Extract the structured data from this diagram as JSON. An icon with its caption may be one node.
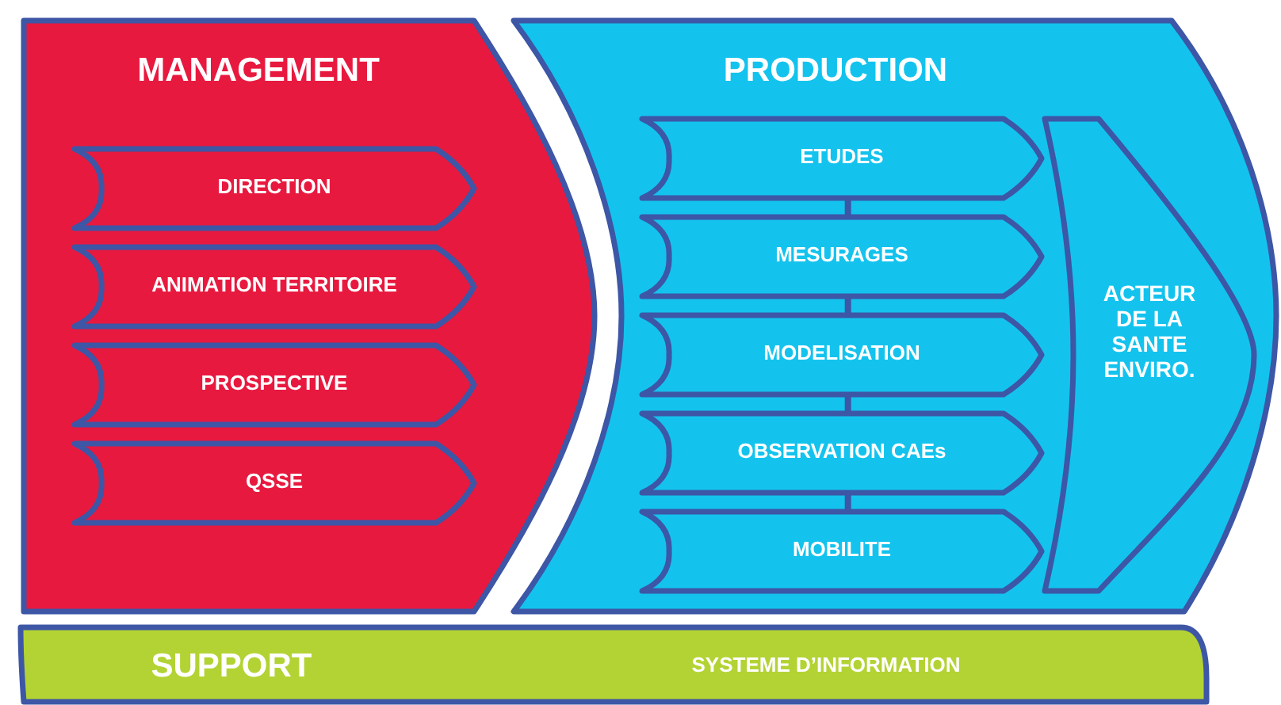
{
  "diagram": {
    "nodes": [
      {
        "text": [
          "MANAGEMENT"
        ]
      },
      {
        "text": [
          "DIRECTION"
        ],
        "in": 0
      },
      {
        "text": [
          "ANIMATION TERRITOIRE"
        ],
        "in": 0
      },
      {
        "text": [
          "PROSPECTIVE"
        ],
        "in": 0
      },
      {
        "text": [
          "QSSE"
        ],
        "in": 0
      },
      {
        "text": [
          "PRODUCTION"
        ]
      },
      {
        "text": [
          "ETUDES"
        ],
        "in": 5
      },
      {
        "text": [
          "MESURAGES"
        ],
        "in": 5
      },
      {
        "text": [
          "MODELISATION"
        ],
        "in": 5
      },
      {
        "text": [
          "OBSERVATION CAEs"
        ],
        "in": 5
      },
      {
        "text": [
          "MOBILITE"
        ],
        "in": 5
      },
      {
        "text": [
          "ACTEUR DE LA SANTE ENVIRO."
        ],
        "in": 5
      },
      {
        "text": [
          "SUPPORT",
          "SYSTEME D’INFORMATION"
        ]
      }
    ],
    "edges": [
      {
        "from": 6,
        "to": 7,
        "arrow": "none"
      },
      {
        "from": 7,
        "to": 8,
        "arrow": "none"
      },
      {
        "from": 8,
        "to": 9,
        "arrow": "none"
      },
      {
        "from": 9,
        "to": 10,
        "arrow": "none"
      }
    ]
  }
}
